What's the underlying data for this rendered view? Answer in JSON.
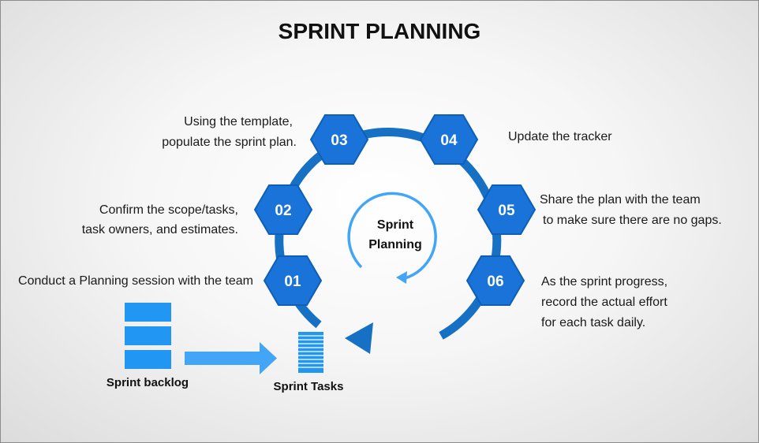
{
  "title": "SPRINT PLANNING",
  "center_label": {
    "line1": "Sprint",
    "line2": "Planning"
  },
  "steps": [
    {
      "number": "01",
      "lines": [
        "Conduct a Planning session with the team"
      ]
    },
    {
      "number": "02",
      "lines": [
        "Confirm the scope/tasks,",
        "task owners, and estimates."
      ]
    },
    {
      "number": "03",
      "lines": [
        "Using the template,",
        "populate the sprint plan."
      ]
    },
    {
      "number": "04",
      "lines": [
        "Update the tracker"
      ]
    },
    {
      "number": "05",
      "lines": [
        "Share the plan with the team",
        "to make sure there are no gaps."
      ]
    },
    {
      "number": "06",
      "lines": [
        "As the sprint progress,",
        "record the actual effort",
        "for each task daily."
      ]
    }
  ],
  "backlog_label": "Sprint backlog",
  "tasks_label": "Sprint Tasks",
  "colors": {
    "ring": "#1670c4",
    "hexagon": "#1a73d9",
    "hexagon_border": "#0f5fb5",
    "stack": "#2196f3",
    "arrow": "#42a5f5"
  }
}
